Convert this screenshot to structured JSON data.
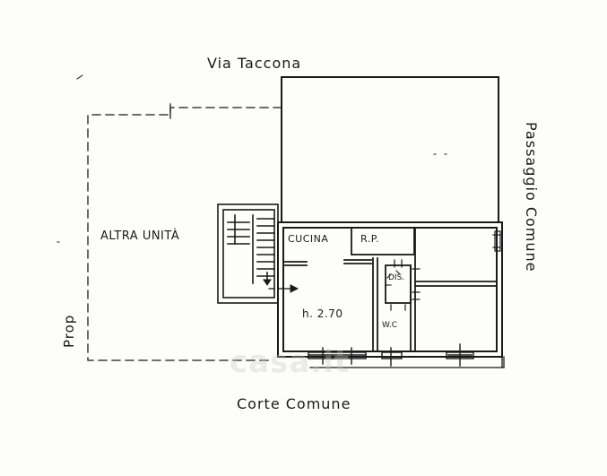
{
  "plan": {
    "street_top": "Via Taccona",
    "street_right": "Passaggio Comune",
    "street_bottom": "Corte Comune",
    "left_side": "Prop",
    "neighbor_unit": "ALTRA UNITÀ",
    "rooms": {
      "kitchen": "CUCINA",
      "storage": "R.P.",
      "closet": "DIS.",
      "wc": "W.C"
    },
    "ceiling_height": "h. 2.70"
  },
  "watermark": "casa.it",
  "colors": {
    "ink": "#1a1a1a",
    "paper": "#fdfdfb",
    "watermark": "#c9c9c9"
  }
}
